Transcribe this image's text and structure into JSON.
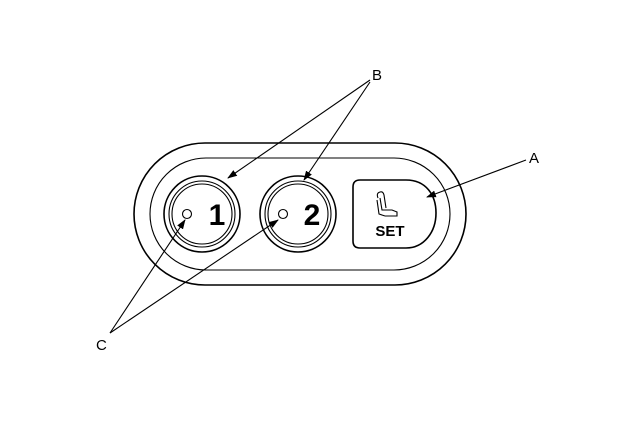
{
  "buttons": {
    "memory_1": "1",
    "memory_2": "2",
    "set": "SET"
  },
  "callouts": {
    "a": "A",
    "b": "B",
    "c": "C"
  },
  "icons": {
    "set_button_symbol": "seat-icon",
    "indicator": "indicator-light-icon"
  },
  "colors": {
    "line": "#000000",
    "background": "#ffffff"
  }
}
